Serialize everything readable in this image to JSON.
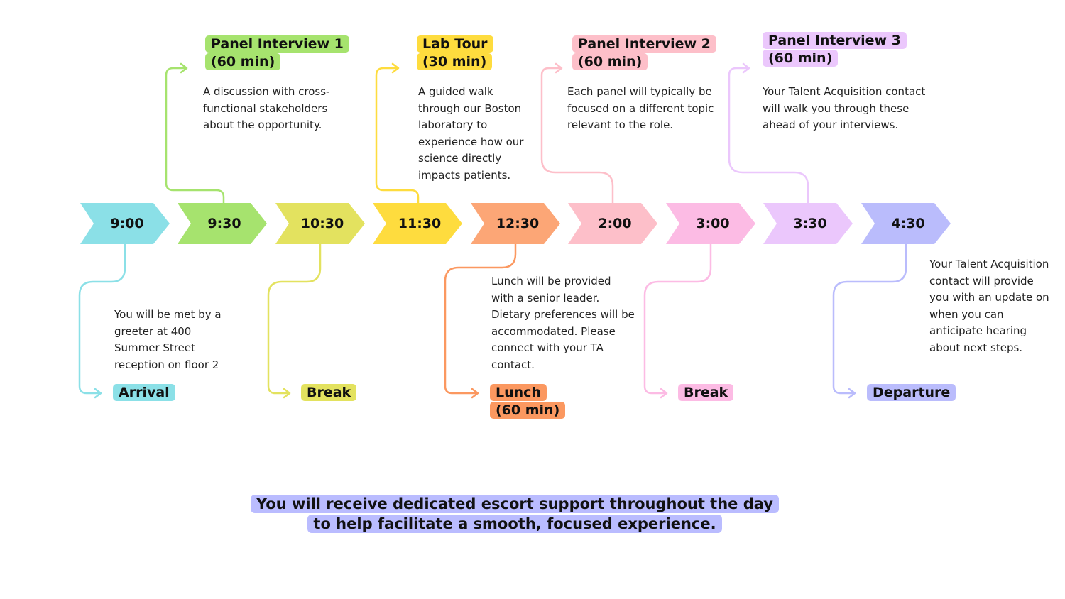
{
  "times": [
    {
      "label": "9:00",
      "color": "#8be0e7"
    },
    {
      "label": "9:30",
      "color": "#a6e36e"
    },
    {
      "label": "10:30",
      "color": "#e3e25f"
    },
    {
      "label": "11:30",
      "color": "#fedc3e"
    },
    {
      "label": "12:30",
      "color": "#fca676"
    },
    {
      "label": "2:00",
      "color": "#fdbfc9"
    },
    {
      "label": "3:00",
      "color": "#fcbbe4"
    },
    {
      "label": "3:30",
      "color": "#ebc7fc"
    },
    {
      "label": "4:30",
      "color": "#babcfc"
    }
  ],
  "events": {
    "panel1": {
      "title": "Panel Interview 1",
      "duration": "(60 min)",
      "description": "A discussion with cross-functional stakeholders about the opportunity.",
      "color": "#a6e36e"
    },
    "lab_tour": {
      "title": "Lab Tour",
      "duration": "(30 min)",
      "description": "A guided walk through our Boston laboratory to experience how our science directly impacts patients.",
      "color": "#fedc3e"
    },
    "panel2": {
      "title": "Panel Interview 2",
      "duration": "(60 min)",
      "description": "Each panel will typically be focused on a different topic relevant to the role.",
      "color": "#fdbfc9"
    },
    "panel3": {
      "title": "Panel Interview 3",
      "duration": "(60 min)",
      "description": "Your Talent Acquisition contact will walk you through these ahead of your interviews.",
      "color": "#ebc7fc"
    },
    "arrival": {
      "title": "Arrival",
      "description": "You will be met by a greeter at 400 Summer Street reception on floor 2",
      "color": "#8be0e7"
    },
    "break1": {
      "title": "Break",
      "color": "#e3e25f"
    },
    "lunch": {
      "title": "Lunch",
      "duration": "(60 min)",
      "description": "Lunch will be provided with a senior leader. Dietary preferences will be accommodated. Please connect with your TA contact.",
      "color": "#fb9860"
    },
    "break2": {
      "title": "Break",
      "color": "#fcbbe4"
    },
    "departure": {
      "title": "Departure",
      "description": "Your Talent Acquisition contact will provide you with an update on when you can anticipate hearing about next steps.",
      "color": "#babcfc"
    }
  },
  "footer": {
    "line1": "You will receive dedicated escort support throughout the day",
    "line2": "to help facilitate a smooth, focused experience.",
    "color": "#babcff"
  }
}
